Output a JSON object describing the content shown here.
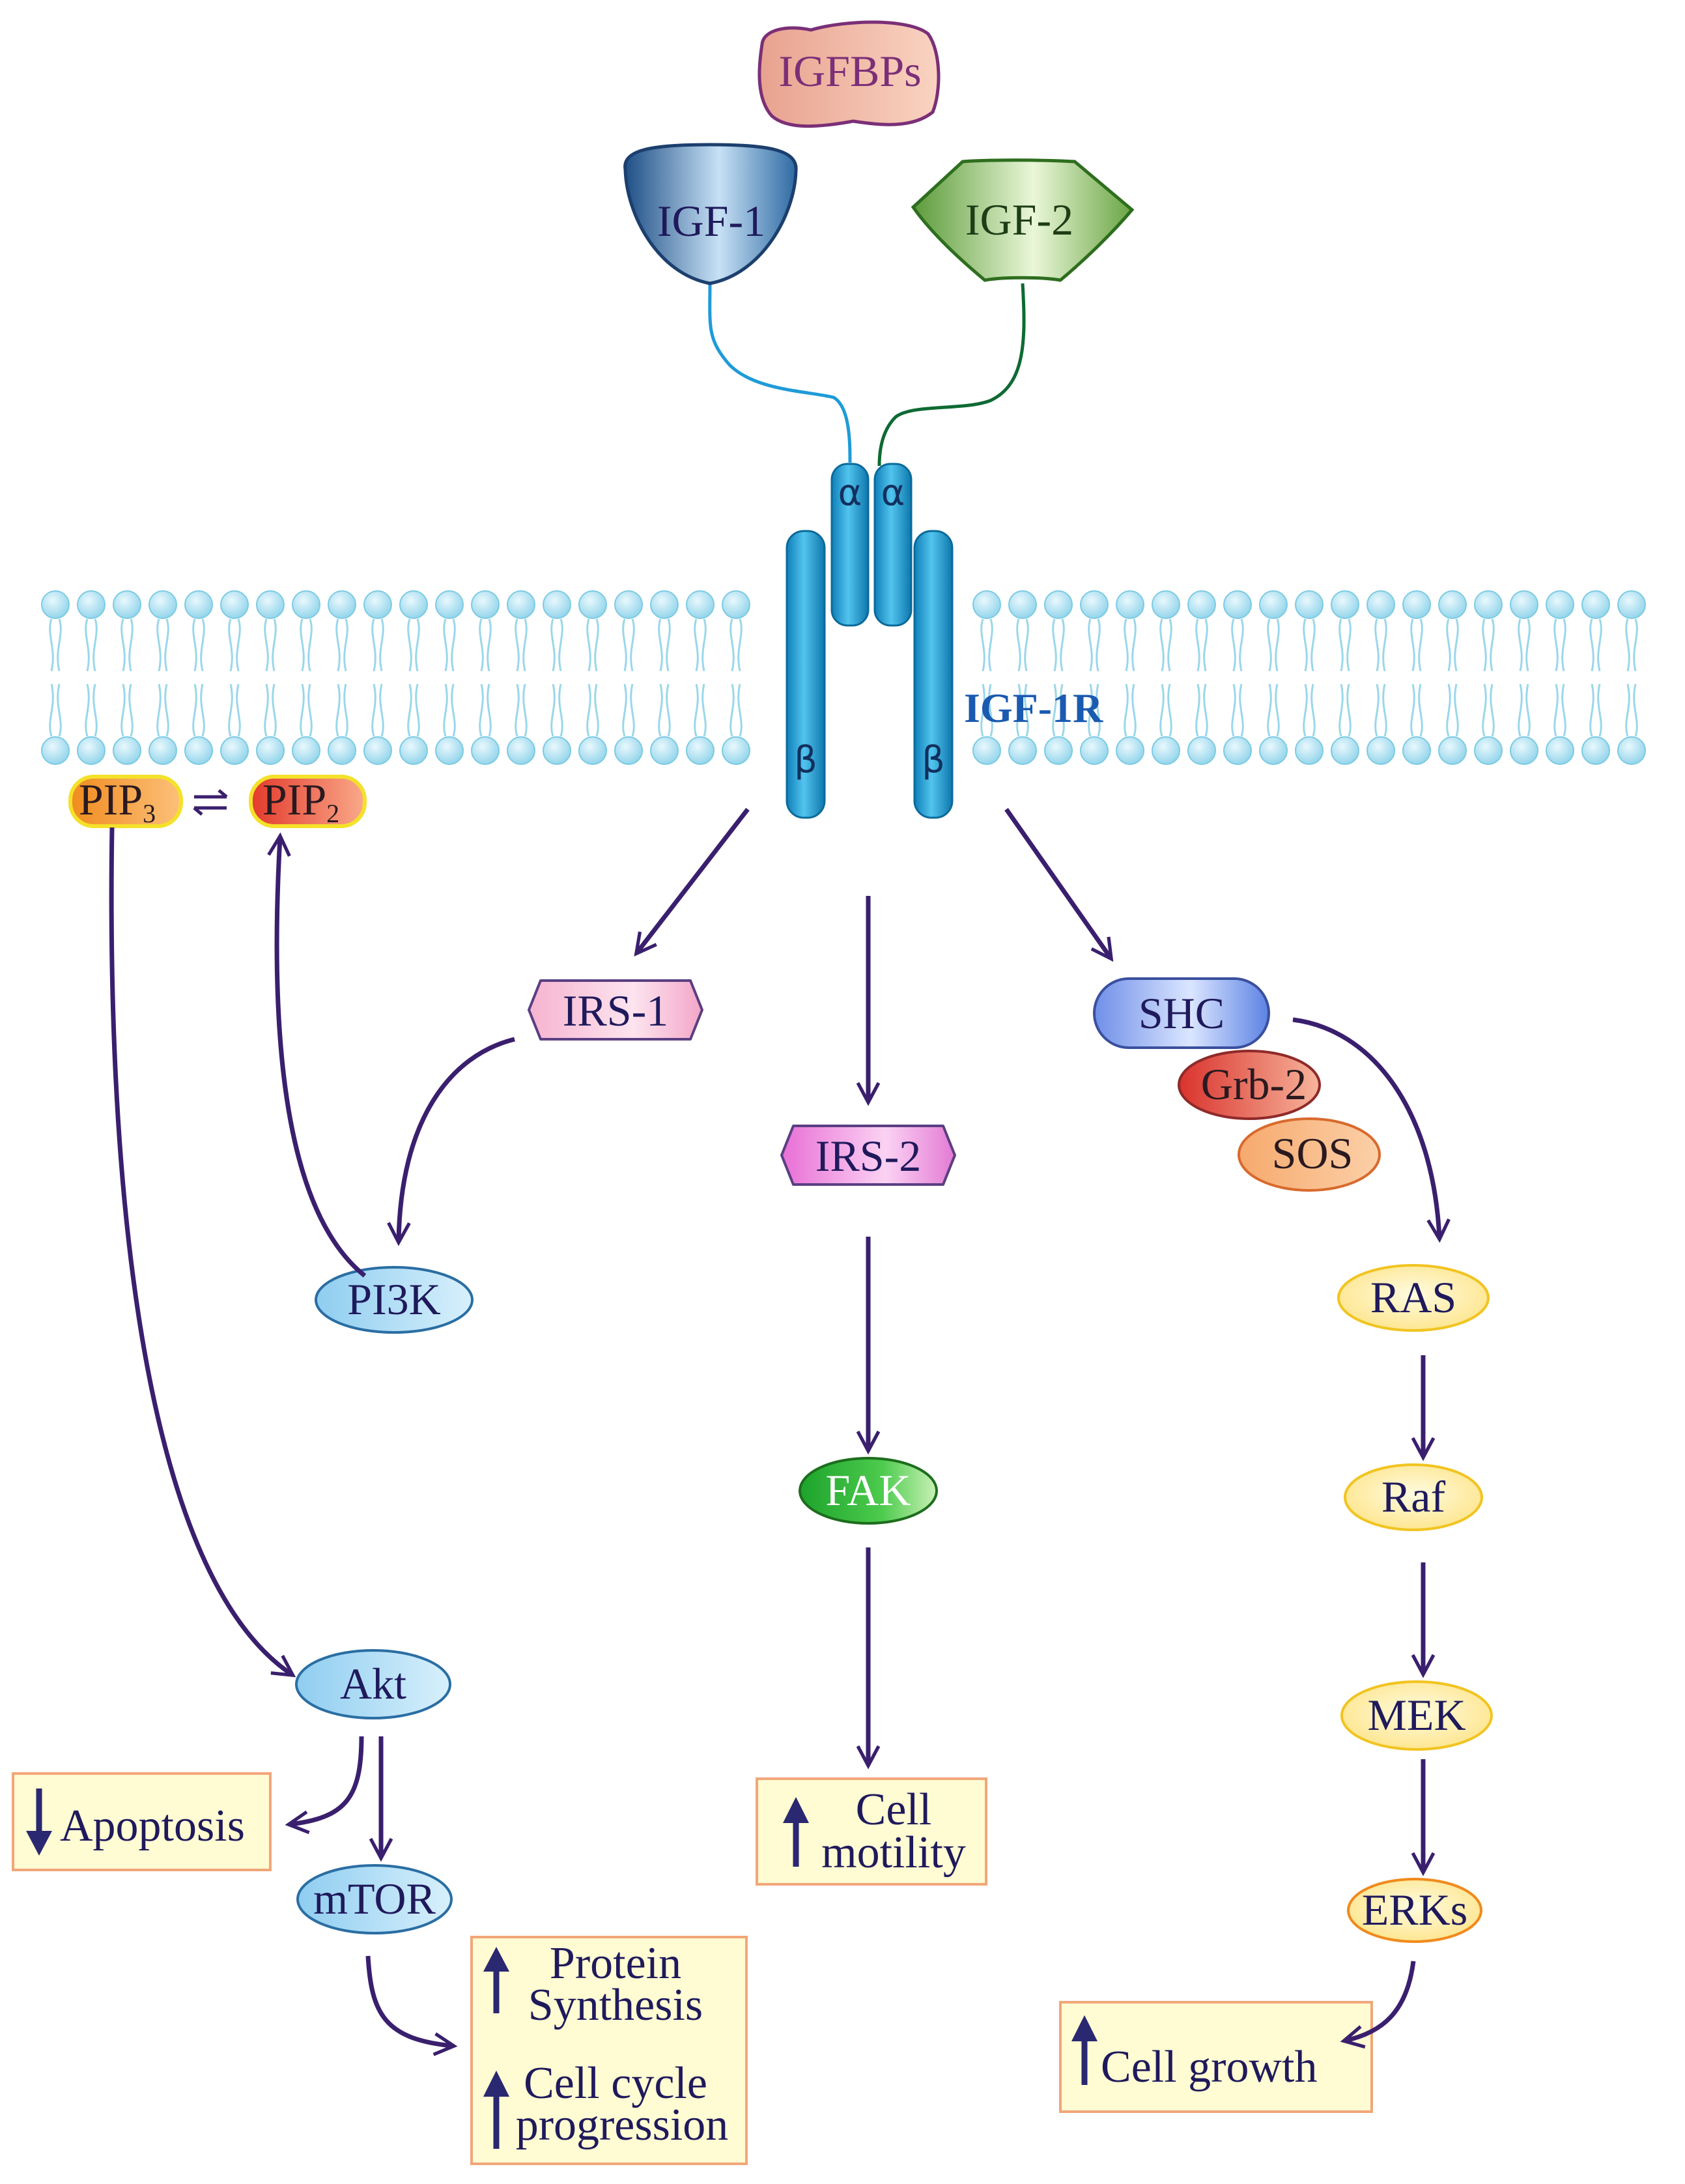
{
  "ligands": {
    "igfbps": "IGFBPs",
    "igf1": "IGF-1",
    "igf2": "IGF-2"
  },
  "receptor": {
    "name": "IGF-1R",
    "alpha": "α",
    "beta": "β"
  },
  "lipids": {
    "pip3": "PIP",
    "pip3_sub": "3",
    "pip2": "PIP",
    "pip2_sub": "2"
  },
  "nodes": {
    "irs1": "IRS-1",
    "irs2": "IRS-2",
    "shc": "SHC",
    "grb2": "Grb-2",
    "sos": "SOS",
    "pi3k": "PI3K",
    "fak": "FAK",
    "ras": "RAS",
    "raf": "Raf",
    "mek": "MEK",
    "erks": "ERKs",
    "akt": "Akt",
    "mtor": "mTOR"
  },
  "outcomes": {
    "apoptosis": "Apoptosis",
    "cell_motility_1": "Cell",
    "cell_motility_2": "motility",
    "protein_1": "Protein",
    "protein_2": "Synthesis",
    "cellcycle_1": "Cell cycle",
    "cellcycle_2": "progression",
    "cell_growth": "Cell growth"
  },
  "colors": {
    "membrane": "#aee3f2",
    "receptor": "#1a9bd3",
    "arrow": "#3a1f6e",
    "outcome_box_fill": "#fffbd2",
    "outcome_box_border": "#f2a679"
  }
}
